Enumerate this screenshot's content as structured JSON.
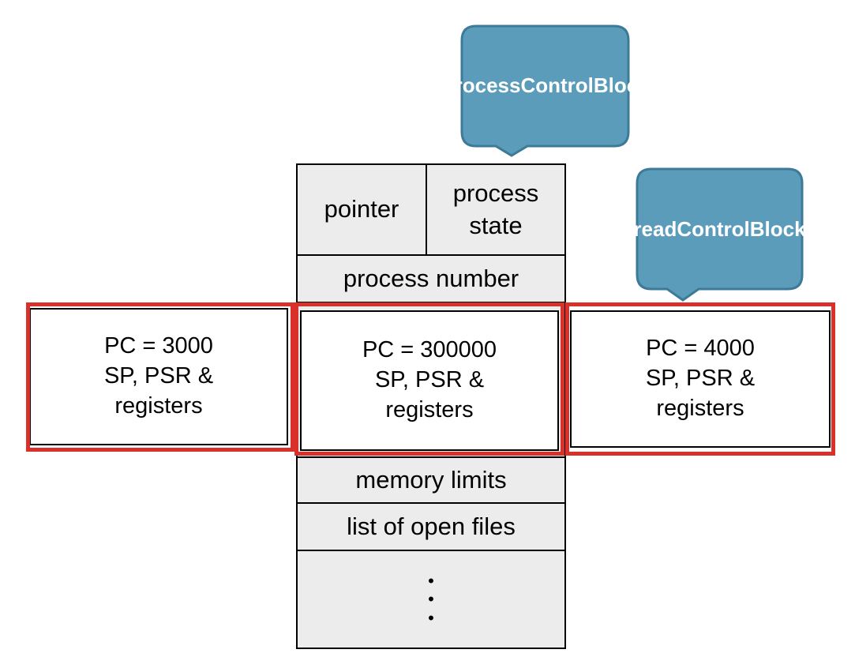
{
  "pcb_callout": {
    "lines": [
      "Process",
      "Control",
      "Block"
    ]
  },
  "tcb_callout": {
    "lines": [
      "Thread",
      "Control",
      "Block(s)"
    ]
  },
  "pcb": {
    "pointer": "pointer",
    "process_state": [
      "process",
      "state"
    ],
    "process_number": "process number",
    "memory_limits": "memory limits",
    "open_files": "list of open files",
    "continuation": "•\n•\n•"
  },
  "threads": [
    {
      "pc": "PC = 3000",
      "sp": "SP, PSR &",
      "regs": "registers"
    },
    {
      "pc": "PC =  300000",
      "sp": "SP, PSR &",
      "regs": "registers"
    },
    {
      "pc": "PC =  4000",
      "sp": "SP, PSR &",
      "regs": "registers"
    }
  ],
  "colors": {
    "callout_fill": "#5c9cbb",
    "callout_stroke": "#3d7a99",
    "highlight": "#d9302a",
    "cell_fill": "#ececec"
  }
}
